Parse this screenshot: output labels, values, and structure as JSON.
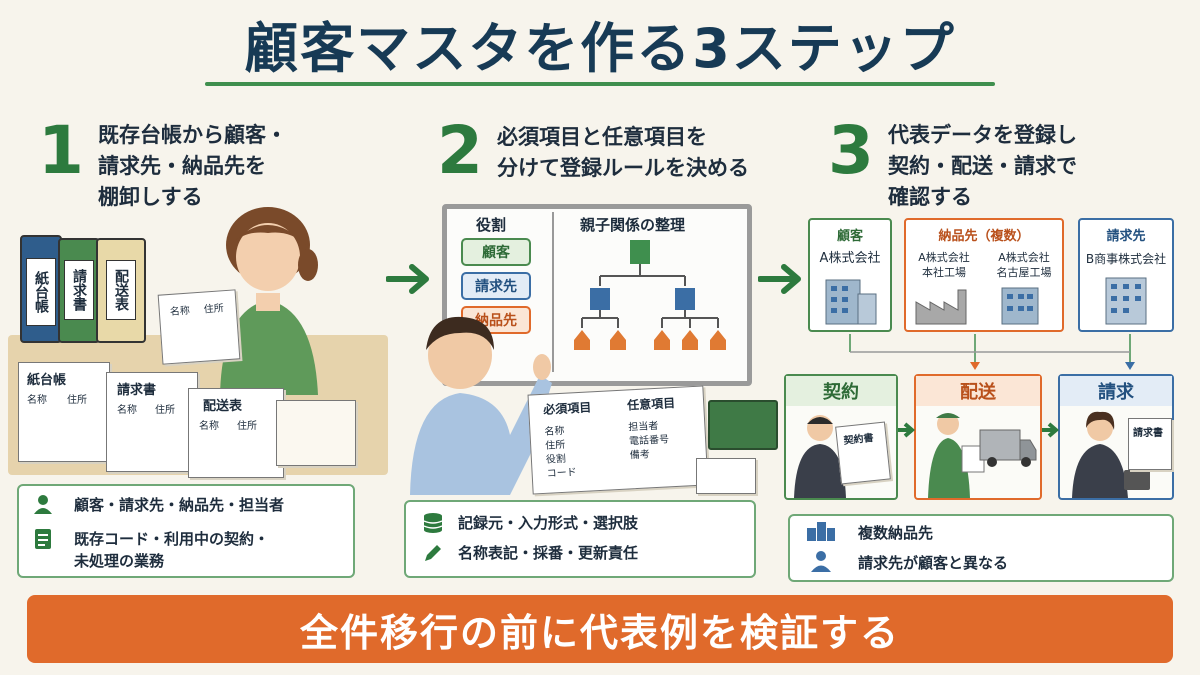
{
  "title": "顧客マスタを作る3ステップ",
  "steps": [
    {
      "number": "1",
      "text": "既存台帳から顧客・\n請求先・納品先を\n棚卸しする"
    },
    {
      "number": "2",
      "text": "必須項目と任意項目を\n分けて登録ルールを決める"
    },
    {
      "number": "3",
      "text": "代表データを登録し\n契約・配送・請求で\n確認する"
    }
  ],
  "step1": {
    "binders": [
      "紙台帳",
      "請求書",
      "配送表"
    ],
    "papers": [
      "紙台帳",
      "請求書",
      "配送表"
    ],
    "columns": [
      "名称",
      "住所"
    ],
    "panel": [
      "顧客・請求先・納品先・担当者",
      "既存コード・利用中の契約・\n未処理の業務"
    ]
  },
  "step2": {
    "roles_title": "役割",
    "roles": [
      "顧客",
      "請求先",
      "納品先"
    ],
    "tree_title": "親子関係の整理",
    "required_title": "必須項目",
    "required_items": [
      "名称",
      "住所",
      "役割",
      "コード"
    ],
    "optional_title": "任意項目",
    "optional_items": [
      "担当者",
      "電話番号",
      "備考"
    ],
    "panel": [
      "記録元・入力形式・選択肢",
      "名称表記・採番・更新責任"
    ]
  },
  "step3": {
    "entities": [
      {
        "head": "顧客",
        "names": [
          "A株式会社"
        ]
      },
      {
        "head": "納品先（複数）",
        "names": [
          "A株式会社\n本社工場",
          "A株式会社\n名古屋工場"
        ]
      },
      {
        "head": "請求先",
        "names": [
          "B商事株式会社"
        ]
      }
    ],
    "flows": [
      "契約",
      "配送",
      "請求"
    ],
    "contract_doc": "契約書",
    "invoice_doc": "請求書",
    "panel": [
      "複数納品先",
      "請求先が顧客と異なる"
    ]
  },
  "banner": "全件移行の前に代表例を検証する",
  "colors": {
    "green": "#2d7a3e",
    "navy": "#173a55",
    "orange": "#e06a2b",
    "blue": "#3b6ea5"
  }
}
